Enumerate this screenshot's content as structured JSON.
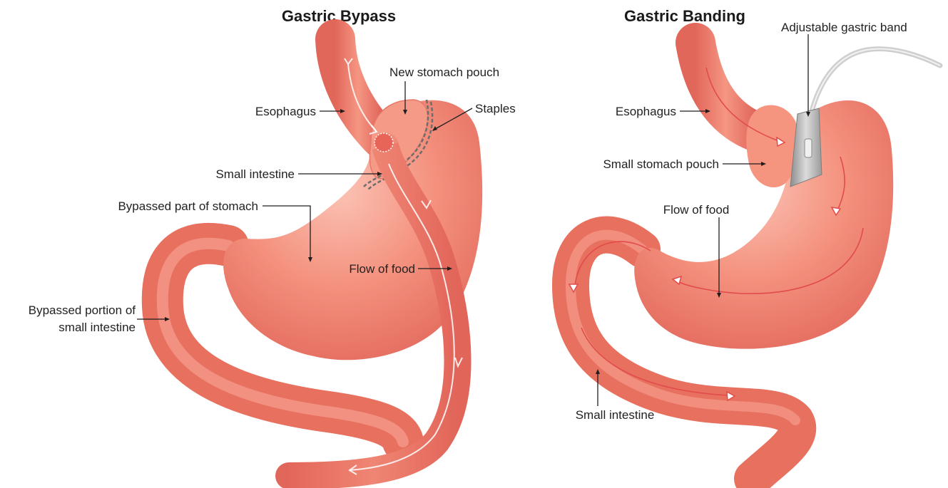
{
  "colors": {
    "tissue": "#f2826f",
    "tissue_light": "#f8b7a8",
    "tissue_dark": "#d9584c",
    "intestine": "#ef7666",
    "band": "#b9b9b9",
    "leader": "#1e1e1e"
  },
  "bypass": {
    "title": "Gastric Bypass",
    "labels": {
      "esophagus": "Esophagus",
      "new_pouch": "New stomach pouch",
      "staples": "Staples",
      "small_intestine": "Small intestine",
      "bypassed_stomach": "Bypassed part of stomach",
      "flow": "Flow of food",
      "bypassed_intestine_line1": "Bypassed portion of",
      "bypassed_intestine_line2": "small intestine"
    }
  },
  "banding": {
    "title": "Gastric Banding",
    "labels": {
      "band": "Adjustable gastric band",
      "esophagus": "Esophagus",
      "pouch": "Small stomach pouch",
      "flow": "Flow of food",
      "small_intestine": "Small intestine"
    }
  }
}
